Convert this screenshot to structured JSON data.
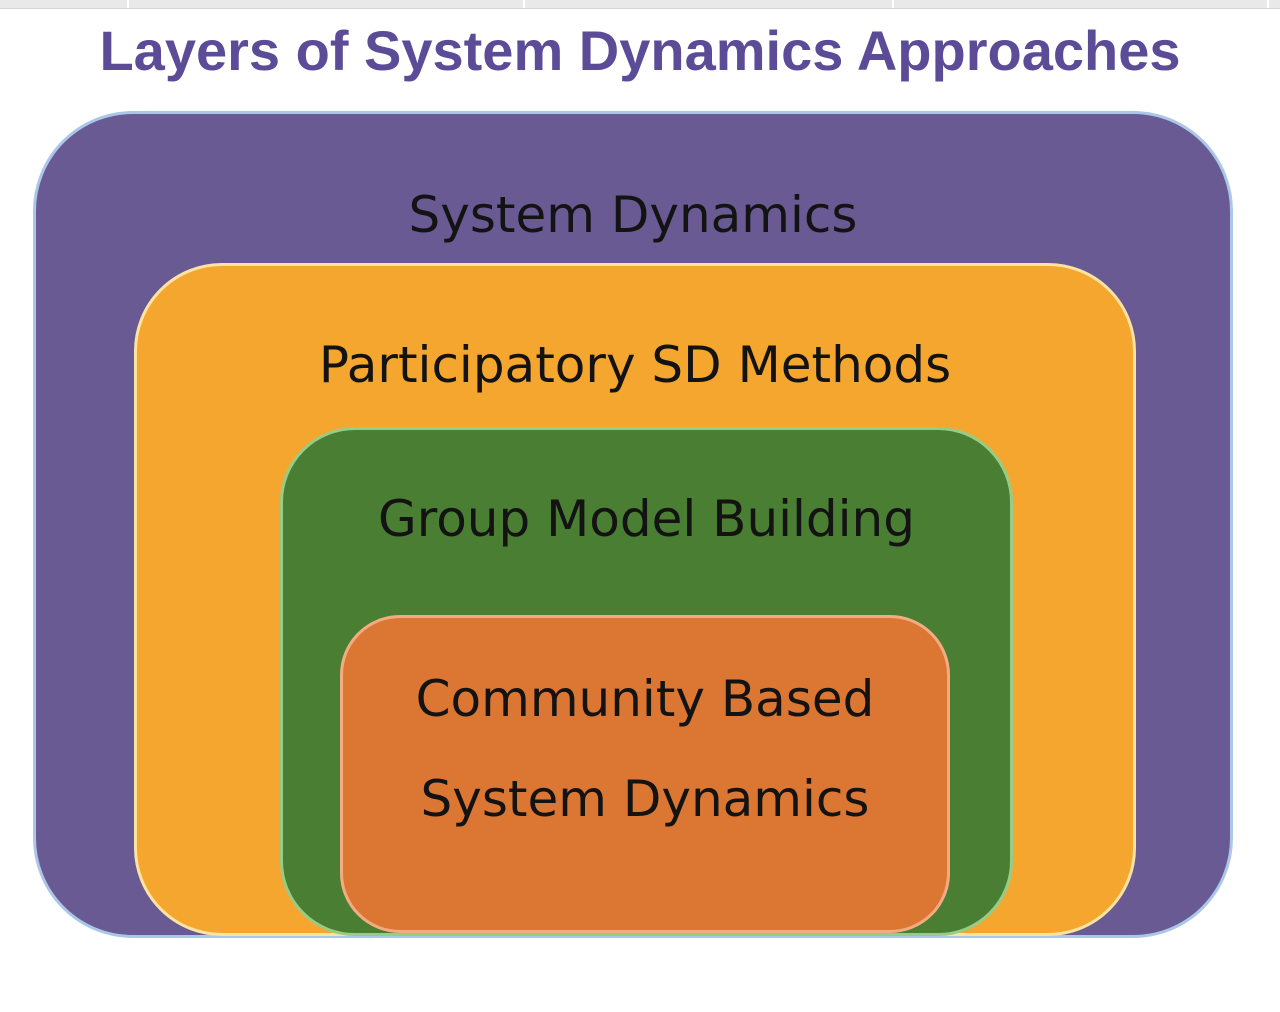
{
  "page": {
    "background": "#ffffff"
  },
  "top_strip": {
    "color": "#e9e9e9",
    "divider_color": "#ffffff",
    "edge_color": "#d5d5d5"
  },
  "title": {
    "text": "Layers of System Dynamics Approaches",
    "color": "#5c4b97"
  },
  "diagram": {
    "type": "nested-layers",
    "layers": [
      {
        "label": "System Dynamics",
        "fill": "#695a94",
        "border": "#abc6e8"
      },
      {
        "label": "Participatory SD Methods",
        "fill": "#f5a62f",
        "border": "#fce3a2"
      },
      {
        "label": "Group Model Building",
        "fill": "#4a7e33",
        "border": "#97cc86"
      },
      {
        "label_lines": [
          "Community Based",
          "System Dynamics"
        ],
        "fill": "#dc7733",
        "border": "#f3ac82"
      }
    ],
    "text_color": "#131313"
  }
}
